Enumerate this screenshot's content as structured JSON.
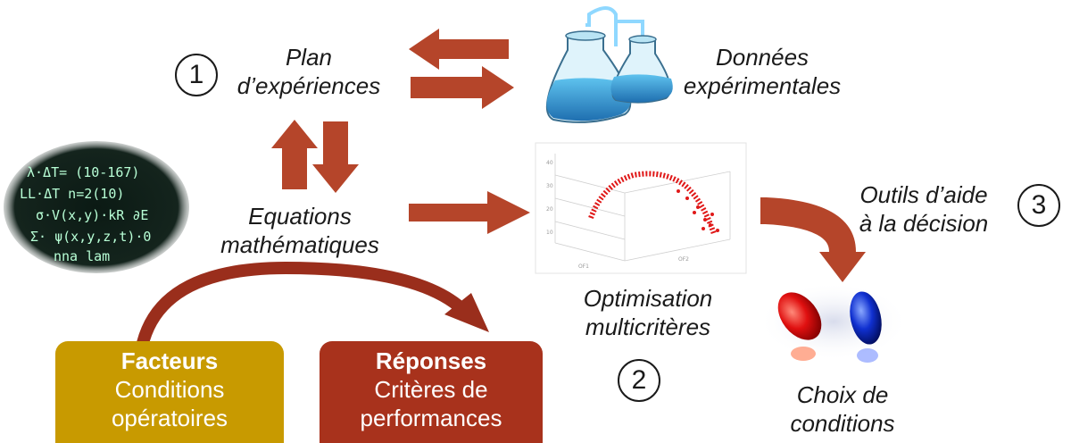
{
  "step1": {
    "number": "1",
    "title_lines": [
      "Plan",
      "d’expériences"
    ]
  },
  "data_node": {
    "lines": [
      "Données",
      "expérimentales"
    ]
  },
  "equations": {
    "lines": [
      "Equations",
      "mathématiques"
    ]
  },
  "step2": {
    "number": "2",
    "lines": [
      "Optimisation",
      "multicritères"
    ]
  },
  "step3": {
    "number": "3",
    "lines": [
      "Outils d’aide",
      "à la décision"
    ]
  },
  "choice": {
    "lines": [
      "Choix de",
      "conditions"
    ]
  },
  "factors_box": {
    "head": "Facteurs",
    "lines": [
      "Conditions",
      "opératoires"
    ],
    "color": "#c89a00"
  },
  "responses_box": {
    "head": "Réponses",
    "lines": [
      "Critères de",
      "performances"
    ],
    "color": "#a8321c"
  },
  "arrow_color": "#b5452a",
  "icons": [
    "flask-icon",
    "math-formulas-image",
    "3d-scatter-plot-image",
    "pills-image"
  ]
}
